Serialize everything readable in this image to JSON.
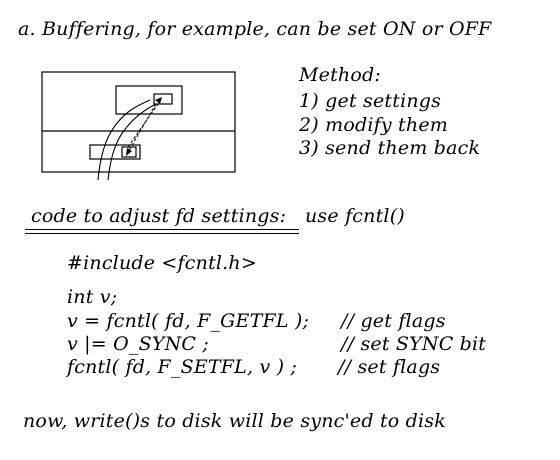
{
  "heading": "a. Buffering, for example, can be set ON or OFF",
  "method": {
    "title": "Method:",
    "steps": [
      "1) get settings",
      "2) modify them",
      "3) send them back"
    ]
  },
  "section_title": {
    "underlined": "code to adjust fd settings:",
    "rest": "use fcntl()"
  },
  "code": {
    "include": "#include  <fcntl.h>",
    "decl": "int  v;",
    "line1": "v = fcntl( fd, F_GETFL );",
    "line2": "v |= O_SYNC ;",
    "line3": "fcntl( fd, F_SETFL, v ) ;",
    "comment1": "// get flags",
    "comment2": "// set SYNC bit",
    "comment3": "// set flags"
  },
  "footer": "now, write()s to disk will be sync'ed to disk"
}
